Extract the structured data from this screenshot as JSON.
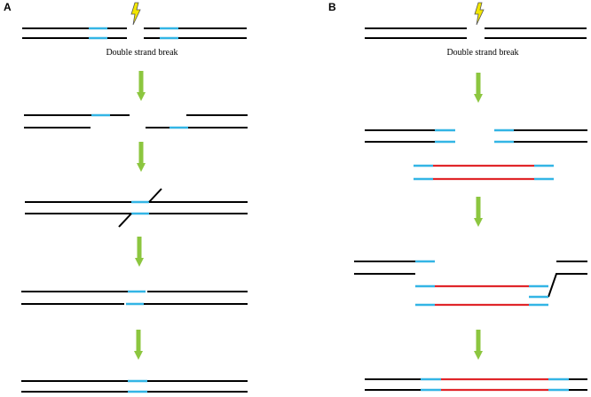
{
  "panels": {
    "a": {
      "label": "A",
      "caption": "Double strand break"
    },
    "b": {
      "label": "B",
      "caption": "Double strand break"
    }
  },
  "colors": {
    "strand": "#000000",
    "homology": "#33b5e5",
    "donor": "#e0262a",
    "arrow": "#8cc63f",
    "lightning": "#f2e600"
  },
  "icons": [
    "lightning-icon",
    "arrow-down-icon"
  ]
}
